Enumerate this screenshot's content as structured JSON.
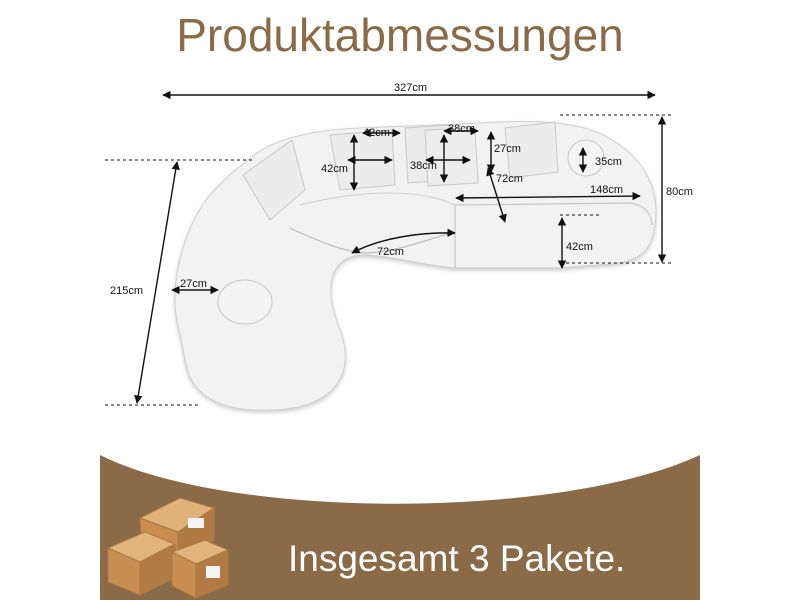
{
  "title": "Produktabmessungen",
  "footer": {
    "text": "Insgesamt 3 Pakete."
  },
  "dimensions": {
    "total_width": "327cm",
    "total_height": "80cm",
    "left_depth": "215cm",
    "pillow1_width": "42cm",
    "pillow1_height": "42cm",
    "pillow2_width": "38cm",
    "pillow2_height": "38cm",
    "backrest_thickness": "27cm",
    "bolster_diameter": "35cm",
    "seat_depth_right": "72cm",
    "seat_length_right": "148cm",
    "seat_height": "42cm",
    "seat_depth_mid": "72cm",
    "left_armrest": "27cm"
  },
  "colors": {
    "accent": "#8b6b47",
    "sofa": "#f2f2f2"
  },
  "icons": [
    "cardboard-boxes-icon"
  ]
}
